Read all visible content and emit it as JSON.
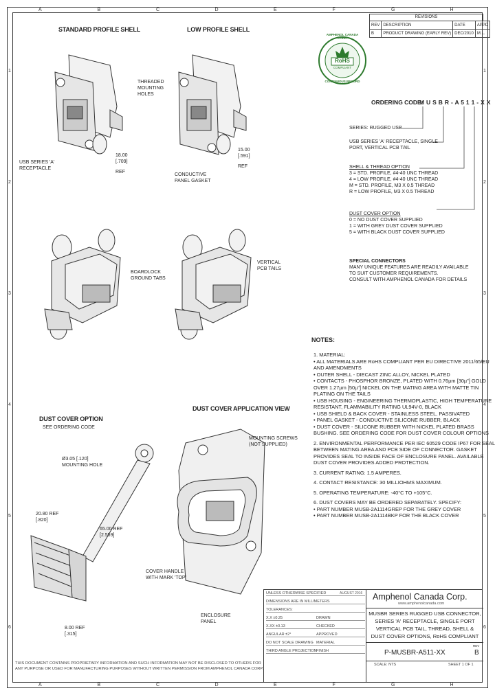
{
  "border": {
    "top_letters": [
      "A",
      "B",
      "C",
      "D",
      "E",
      "F",
      "G",
      "H"
    ],
    "side_numbers": [
      "1",
      "2",
      "3",
      "4",
      "5",
      "6"
    ]
  },
  "views": {
    "standard_profile": "STANDARD PROFILE SHELL",
    "low_profile": "LOW PROFILE SHELL",
    "dust_cover_option": "DUST COVER OPTION",
    "see_ordering_code": "SEE ORDERING CODE",
    "dust_cover_application": "DUST COVER APPLICATION VIEW"
  },
  "callouts": {
    "threaded_mounting_holes": [
      "THREADED",
      "MOUNTING",
      "HOLES"
    ],
    "usb_receptacle": [
      "USB SERIES 'A'",
      "RECEPTACLE"
    ],
    "dim_18_00": [
      "18.00",
      "[.709]",
      "REF"
    ],
    "conductive_gasket": [
      "CONDUCTIVE",
      "PANEL GASKET"
    ],
    "dim_15_00": [
      "15.00",
      "[.591]",
      "REF"
    ],
    "boardlock": [
      "BOARDLOCK",
      "GROUND TABS"
    ],
    "vertical_pcb": [
      "VERTICAL",
      "PCB TAILS"
    ],
    "mounting_screws": [
      "MOUNTING SCREWS",
      "(NOT SUPPLIED)"
    ],
    "mounting_hole": [
      "Ø3.05 [.120]",
      "MOUNTING HOLE"
    ],
    "dim_20_80": [
      "20.80 REF",
      "[.820]"
    ],
    "dim_65_00": [
      "65.00 REF",
      "[2.559]"
    ],
    "cover_handle": [
      "COVER HANDLE",
      "WITH MARK 'TOP'"
    ],
    "enclosure_panel": [
      "ENCLOSURE",
      "PANEL"
    ],
    "dim_8_00": [
      "8.00 REF",
      "[.315]"
    ]
  },
  "revisions": {
    "header": "REVISIONS",
    "rows": [
      [
        "REV",
        "DESCRIPTION",
        "DATE",
        "APPD"
      ],
      [
        "B",
        "PRODUCT DRAWING (EARLY REV)",
        "DEC/2010",
        "M.L."
      ]
    ]
  },
  "rohs": {
    "top": "AMPHENOL CANADA CORP.",
    "logo": "RoHS",
    "middle": "COMPLIANT",
    "bottom": "CONTINUOUS RECORD"
  },
  "ordering": {
    "label": "ORDERING CODE:",
    "code": "M U S B R - A 5 1 1 - X X",
    "series": "SERIES: RUGGED USB",
    "usb_series": [
      "USB SERIES 'A' RECEPTACLE, SINGLE",
      "PORT, VERTICAL PCB TAIL"
    ],
    "shell_title": "SHELL & THREAD OPTION",
    "shell_options": [
      "3 = STD. PROFILE, #4-40 UNC THREAD",
      "4 = LOW PROFILE, #4-40 UNC THREAD",
      "M = STD. PROFILE, M3 X 0.5 THREAD",
      "R = LOW PROFILE, M3 X 0.5 THREAD"
    ],
    "dust_title": "DUST COVER OPTION",
    "dust_options": [
      "0 = NO DUST COVER SUPPLIED",
      "1 = WITH GREY DUST COVER SUPPLIED",
      "5 = WITH BLACK DUST COVER SUPPLIED"
    ],
    "special_title": "SPECIAL CONNECTORS",
    "special_lines": [
      "MANY UNIQUE FEATURES ARE READILY AVAILABLE",
      "TO SUIT CUSTOMER REQUIREMENTS.",
      "CONSULT WITH AMPHENOL CANADA FOR DETAILS"
    ]
  },
  "notes": {
    "title": "NOTES:",
    "lines": [
      "1.  MATERIAL:",
      "      •  ALL MATERIALS ARE RoHS COMPLIANT PER EU DIRECTIVE 2011/65/EU",
      "          AND AMENDMENTS",
      "      •  OUTER SHELL - DIECAST ZINC ALLOY, NICKEL PLATED",
      "      •  CONTACTS - PHOSPHOR BRONZE, PLATED WITH 0.76µm [30µ\"] GOLD",
      "          OVER 1.27µm [50µ\"] NICKEL ON THE MATING AREA WITH MATTE TIN",
      "          PLATING ON THE TAILS",
      "      •  USB HOUSING - ENGINEERING THERMOPLASTIC, HIGH TEMPERATURE",
      "          RESISTANT, FLAMMABILITY RATING UL94V-0, BLACK",
      "      •  USB SHIELD & BACK COVER - STAINLESS STEEL, PASSIVATED",
      "      •  PANEL GASKET - CONDUCTIVE SILICONE RUBBER, BLACK",
      "      •  DUST COVER - SILICONE RUBBER WITH NICKEL PLATED BRASS",
      "          BUSHING. SEE ORDERING CODE FOR DUST COVER COLOUR OPTIONS",
      "",
      "2.  ENVIRONMENTAL PERFORMANCE PER IEC 60529 CODE IP67 FOR SEAL",
      "     BETWEEN MATING AREA AND PCB SIDE OF CONNECTOR. GASKET",
      "     PROVIDES SEAL TO INSIDE FACE OF ENCLOSURE PANEL. AVAILABLE",
      "     DUST COVER PROVIDES ADDED PROTECTION.",
      "",
      "3.  CURRENT RATING: 1.5 AMPERES.",
      "",
      "4.  CONTACT RESISTANCE: 30 MILLIOHMS MAXIMUM.",
      "",
      "5.  OPERATING TEMPERATURE: -40°C TO +105°C.",
      "",
      "6.  DUST COVERS MAY BE ORDERED SEPARATELY. SPECIFY:",
      "      •  PART NUMBER MUSB-2A1114GREP FOR THE GREY COVER",
      "      •  PART NUMBER MUSB-2A1114BKP FOR THE BLACK COVER"
    ]
  },
  "title_block": {
    "company": "Amphenol Canada Corp.",
    "website": "www.amphenolcanada.com",
    "description": [
      "MUSBR SERIES RUGGED USB CONNECTOR,",
      "SERIES 'A' RECEPTACLE, SINGLE PORT",
      "VERTICAL PCB TAIL, THREAD, SHELL &",
      "DUST COVER OPTIONS, RoHS COMPLIANT"
    ],
    "part_number": "P-MUSBR-A511-XX",
    "rev": "B",
    "rev_label": "REV",
    "scale": "SCALE: NTS",
    "sheet": "SHEET 1 OF 1",
    "left_rows": [
      "UNLESS OTHERWISE SPECIFIED",
      "DIMENSIONS ARE IN MILLIMETERS",
      "TOLERANCES:",
      "X.X  ±0.25",
      "X.XX  ±0.13",
      "ANGULAR  ±2°",
      "DO NOT SCALE DRAWING",
      "THIRD ANGLE PROJECTION"
    ],
    "mid_rows": [
      "DRAWN",
      "CHECKED",
      "APPROVED",
      "MATERIAL",
      "FINISH"
    ],
    "code_a": "AUGUST 2016"
  },
  "disclaimer": [
    "THIS DOCUMENT CONTAINS PROPRIETARY INFORMATION AND SUCH INFORMATION MAY NOT BE DISCLOSED TO OTHERS FOR",
    "ANY PURPOSE OR USED FOR MANUFACTURING PURPOSES WITHOUT WRITTEN PERMISSION FROM AMPHENOL CANADA CORP."
  ]
}
